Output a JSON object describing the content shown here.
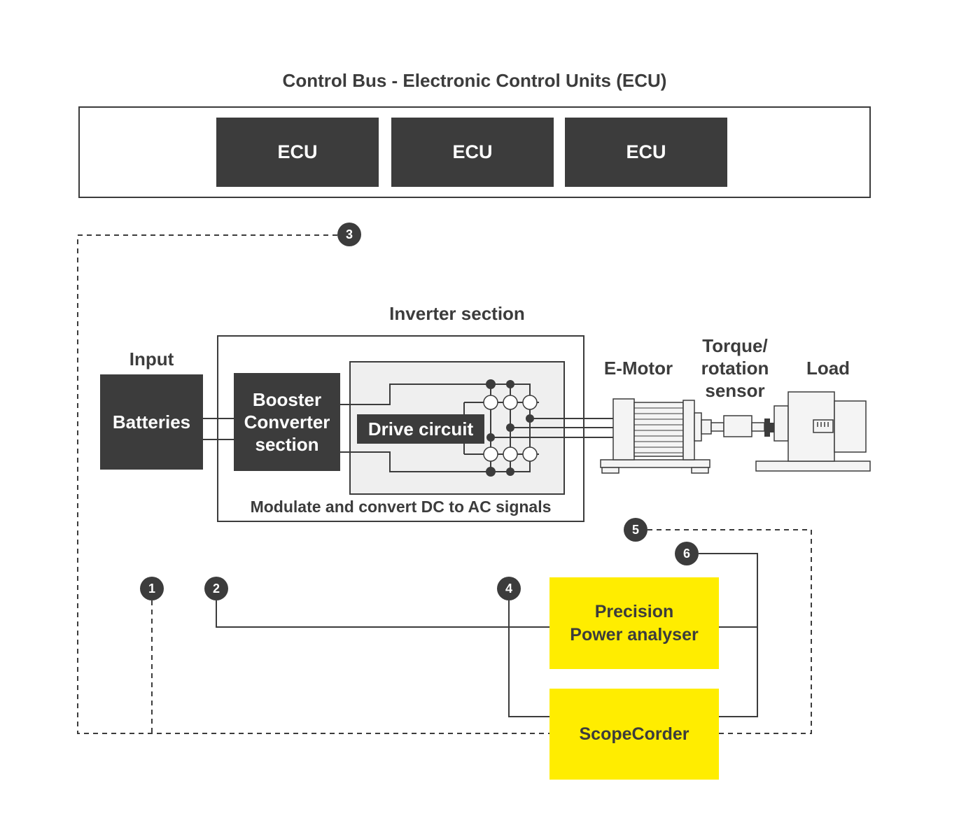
{
  "control_bus": {
    "title": "Control Bus - Electronic Control Units (ECU)",
    "ecus": [
      "ECU",
      "ECU",
      "ECU"
    ]
  },
  "input": {
    "label": "Input",
    "batteries": "Batteries"
  },
  "inverter": {
    "title": "Inverter section",
    "booster_line1": "Booster",
    "booster_line2": "Converter",
    "booster_line3": "section",
    "drive_circuit": "Drive circuit",
    "caption": "Modulate and convert DC to AC signals"
  },
  "emotor": {
    "label": "E-Motor"
  },
  "sensor": {
    "line1": "Torque/",
    "line2": "rotation",
    "line3": "sensor"
  },
  "load": {
    "label": "Load"
  },
  "instruments": {
    "power_analyser_line1": "Precision",
    "power_analyser_line2": "Power analyser",
    "scopecorder": "ScopeCorder"
  },
  "markers": [
    "1",
    "2",
    "3",
    "4",
    "5",
    "6"
  ],
  "colors": {
    "dark": "#3c3c3c",
    "instrument": "#ffed00",
    "panel": "#efefef"
  }
}
